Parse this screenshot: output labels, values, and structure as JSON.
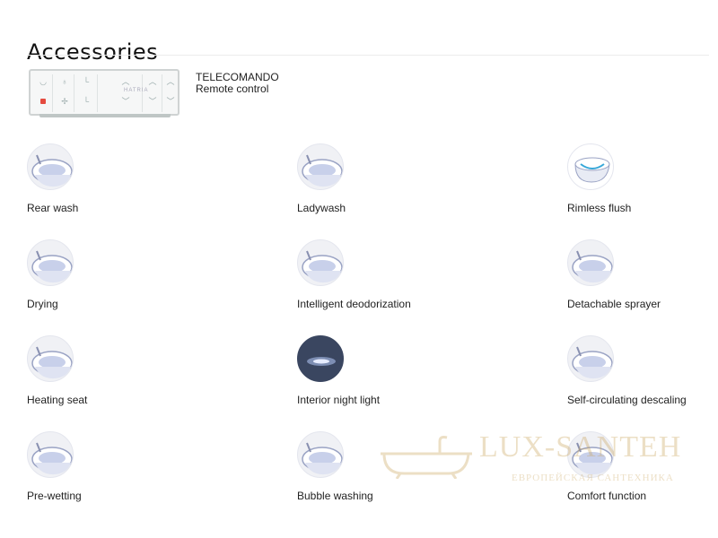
{
  "page": {
    "title": "Accessories"
  },
  "remote": {
    "line1": "TELECOMANDO",
    "line2": "Remote control",
    "brand": "HATRIA"
  },
  "features": [
    {
      "label": "Rear wash",
      "icon": "rear-wash-icon"
    },
    {
      "label": "Ladywash",
      "icon": "ladywash-icon"
    },
    {
      "label": "Rimless flush",
      "icon": "rimless-flush-icon"
    },
    {
      "label": "Drying",
      "icon": "drying-icon"
    },
    {
      "label": "Intelligent deodorization",
      "icon": "deodorization-icon"
    },
    {
      "label": "Detachable sprayer",
      "icon": "detachable-sprayer-icon"
    },
    {
      "label": "Heating seat",
      "icon": "heating-seat-icon"
    },
    {
      "label": "Interior night light",
      "icon": "night-light-icon"
    },
    {
      "label": "Self-circulating descaling",
      "icon": "descaling-icon"
    },
    {
      "label": "Pre-wetting",
      "icon": "pre-wetting-icon"
    },
    {
      "label": "Bubble washing",
      "icon": "bubble-washing-icon"
    },
    {
      "label": "Comfort function",
      "icon": "comfort-function-icon"
    }
  ],
  "watermark": {
    "brand": "LUX-SANTEH",
    "subtitle": "ЕВРОПЕЙСКАЯ САНТЕХНИКА",
    "color": "#c9a45c"
  },
  "colors": {
    "thumb_bg": "#f0f1f5",
    "night_bg": "#3a4660",
    "accent_red": "#e54b3f"
  }
}
